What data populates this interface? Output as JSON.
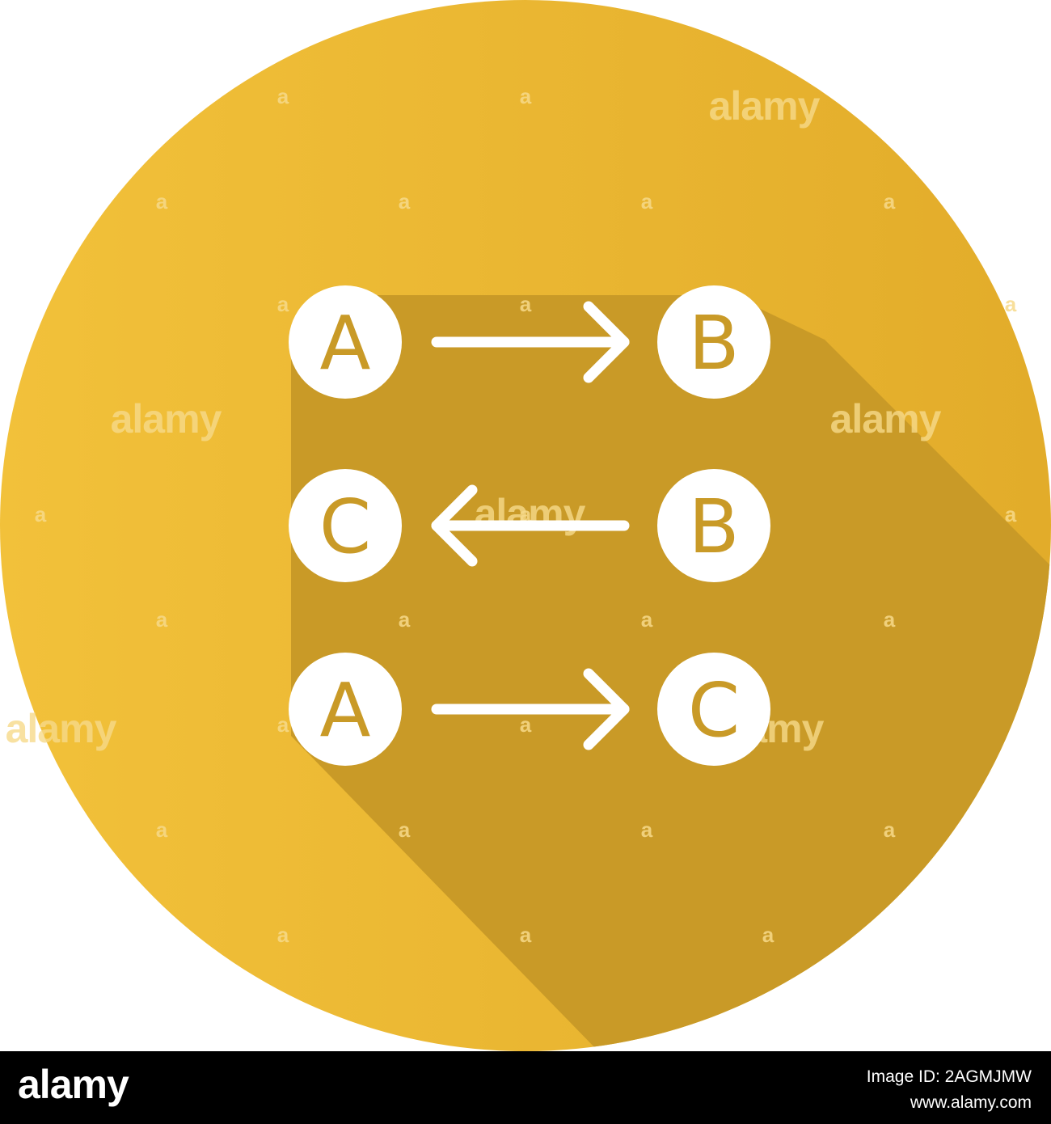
{
  "colors": {
    "circle_light": "#F2C13A",
    "circle_dark": "#E2AC2A",
    "shadow": "#C99A27",
    "glyph": "#FFFFFF",
    "letter": "#C99A27",
    "watermark": "#F7DA8A",
    "footer_bg": "#000000",
    "footer_text": "#FFFFFF"
  },
  "icon": {
    "name": "sequence-arrows-icon",
    "rows": [
      {
        "from": "A",
        "to": "B",
        "direction": "right"
      },
      {
        "from": "C",
        "to": "B",
        "direction": "left"
      },
      {
        "from": "A",
        "to": "C",
        "direction": "right"
      }
    ]
  },
  "watermark": {
    "text": "alamy",
    "small_mark": "a"
  },
  "footer": {
    "brand": "alamy",
    "image_id": "Image ID: 2AGMJMW",
    "site": "www.alamy.com"
  }
}
